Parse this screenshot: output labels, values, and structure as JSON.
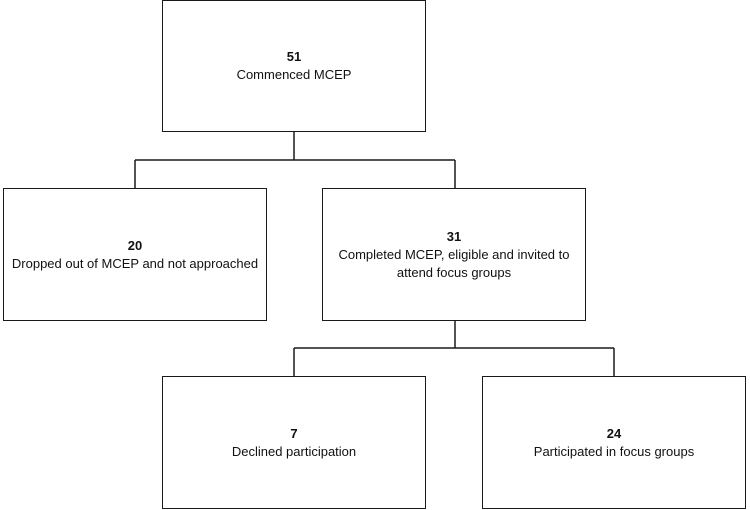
{
  "flowchart": {
    "root": {
      "count": "51",
      "label": "Commenced MCEP"
    },
    "dropped": {
      "count": "20",
      "label": "Dropped out of MCEP and not approached"
    },
    "completed": {
      "count": "31",
      "label": "Completed MCEP, eligible and invited to attend focus groups"
    },
    "declined": {
      "count": "7",
      "label": "Declined participation"
    },
    "participated": {
      "count": "24",
      "label": "Participated in focus groups"
    }
  }
}
